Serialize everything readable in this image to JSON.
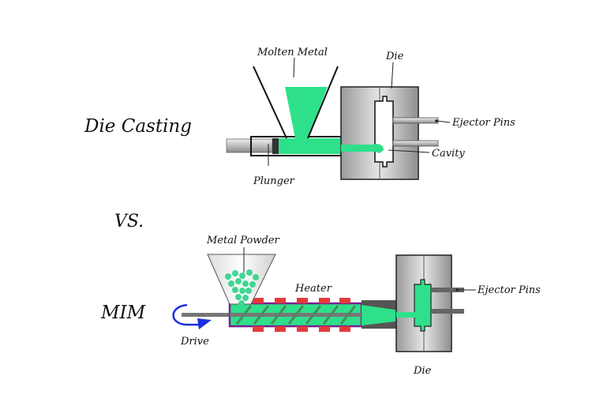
{
  "titles": {
    "die_casting": "Die Casting",
    "versus": "VS.",
    "mim": "MIM"
  },
  "die_casting": {
    "molten_metal": "Molten Metal",
    "die": "Die",
    "ejector_pins": "Ejector Pins",
    "cavity": "Cavity",
    "plunger": "Plunger"
  },
  "mim": {
    "metal_powder": "Metal Powder",
    "heater": "Heater",
    "ejector_pins": "Ejector Pins",
    "drive": "Drive",
    "die": "Die"
  },
  "colors": {
    "metal_green": "#2ee08a",
    "die_gray": "#b9b9b9",
    "barrel_purple": "#7a1f8f",
    "heater_red": "#e43a3a",
    "drive_arrow": "#1a2fe0"
  }
}
